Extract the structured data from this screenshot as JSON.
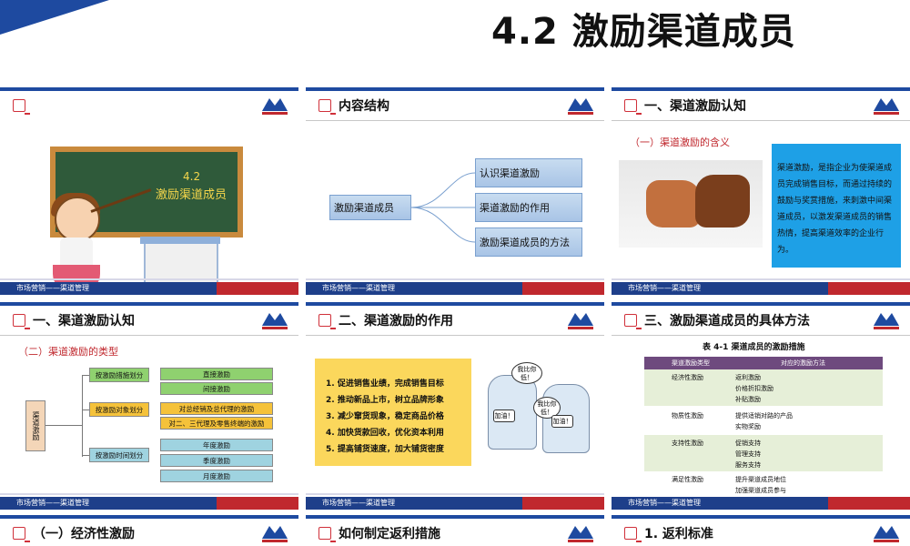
{
  "page": {
    "title": "4.2  激励渠道成员"
  },
  "footer_text": "市场营销——渠道管理",
  "slide1": {
    "board_line1": "4.2",
    "board_line2": "激励渠道成员"
  },
  "slide2": {
    "title": "内容结构",
    "root": "激励渠道成员",
    "children": [
      "认识渠道激励",
      "渠道激励的作用",
      "激励渠道成员的方法"
    ]
  },
  "slide3": {
    "title": "一、渠道激励认知",
    "subtitle": "（一）渠道激励的含义",
    "definition": "渠道激励，是指企业为使渠道成员完成销售目标，而通过持续的鼓励与奖赏措施，来刺激中间渠道成员，以激发渠道成员的销售热情，提高渠道效率的企业行为。"
  },
  "slide4": {
    "title": "一、渠道激励认知",
    "subtitle": "（二）渠道激励的类型",
    "root": "渠道激励",
    "groups": [
      {
        "label": "按激励措施划分",
        "items": [
          "直接激励",
          "间接激励"
        ]
      },
      {
        "label": "按激励对象划分",
        "items": [
          "对总经销及总代理的激励",
          "对二、三代理及零售终端的激励"
        ]
      },
      {
        "label": "按激励时间划分",
        "items": [
          "年度激励",
          "季度激励",
          "月度激励"
        ]
      }
    ]
  },
  "slide5": {
    "title": "二、渠道激励的作用",
    "items": [
      "1. 促进销售业绩，完成销售目标",
      "2. 推动新品上市，树立品牌形象",
      "3. 减少窜货现象，稳定商品价格",
      "4. 加快货款回收，优化资本利用",
      "5. 提高铺货速度，加大铺货密度"
    ],
    "bubble1": "我比你低！",
    "bubble2": "我比你低！",
    "tag1": "加油！",
    "tag2": "加油！"
  },
  "slide6": {
    "title": "三、激励渠道成员的具体方法",
    "caption": "表 4-1   渠道成员的激励措施",
    "headers": [
      "渠道激励类型",
      "对应的激励方法"
    ],
    "rows": [
      {
        "type": "经济性激励",
        "methods": [
          "返利激励",
          "价格折扣激励",
          "补贴激励"
        ]
      },
      {
        "type": "物质性激励",
        "methods": [
          "提供适销对路的产品",
          "实物奖励"
        ]
      },
      {
        "type": "支持性激励",
        "methods": [
          "促销支持",
          "管理支持",
          "服务支持"
        ]
      },
      {
        "type": "满足性激励",
        "methods": [
          "提升渠道成员地位",
          "加强渠道成员参与"
        ]
      }
    ]
  },
  "slide7": {
    "title": "（一）经济性激励"
  },
  "slide8": {
    "title": "如何制定返利措施"
  },
  "slide9": {
    "title": "1. 返利标准"
  },
  "colors": {
    "brand_blue": "#1e4aa0",
    "accent_red": "#c0282e",
    "box_blue": "#1ea0e6",
    "yellow": "#fbd75c"
  }
}
